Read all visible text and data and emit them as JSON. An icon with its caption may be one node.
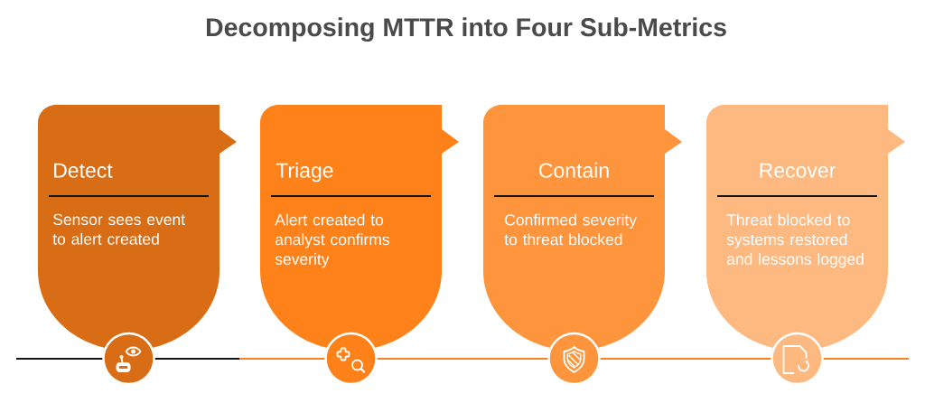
{
  "diagram": {
    "title": "Decomposing MTTR into Four Sub-Metrics",
    "nodes": [
      {
        "text": [
          "Detect",
          "Sensor sees event to alert created"
        ]
      },
      {
        "text": [
          "Triage",
          "Alert created to analyst confirms severity"
        ]
      },
      {
        "text": [
          "Contain",
          "Confirmed severity to threat blocked"
        ]
      },
      {
        "text": [
          "Recover",
          "Threat blocked to systems restored and lessons logged"
        ]
      }
    ]
  }
}
